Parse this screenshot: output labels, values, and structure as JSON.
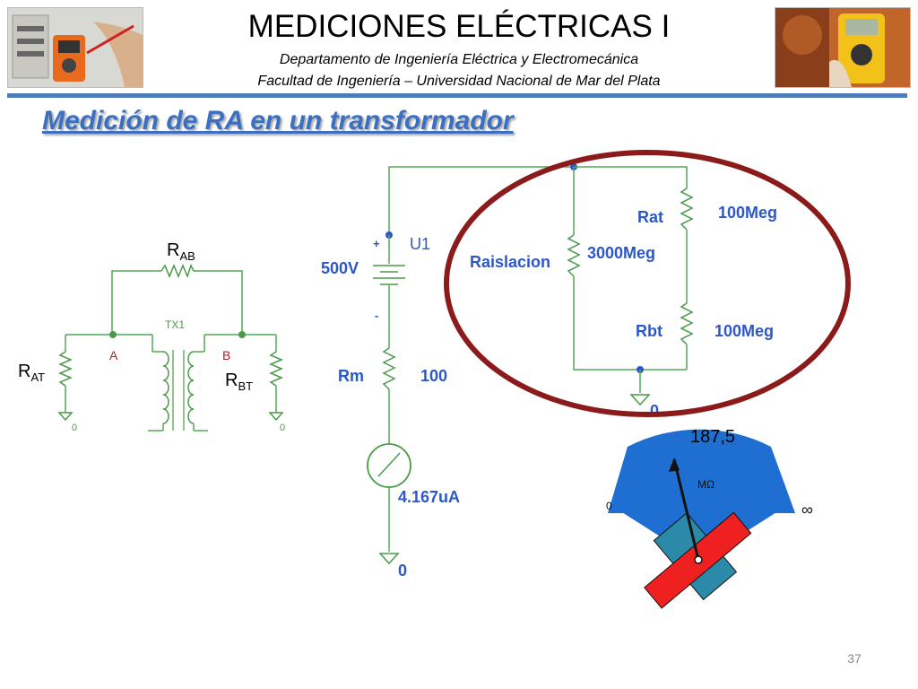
{
  "header": {
    "title": "MEDICIONES ELÉCTRICAS I",
    "subtitle_line1": "Departamento de Ingeniería Eléctrica y Electromecánica",
    "subtitle_line2": "Facultad de Ingeniería – Universidad Nacional de Mar del Plata"
  },
  "slide": {
    "title": "Medición de RA en un transformador",
    "number": "37"
  },
  "transformer_circuit": {
    "r_ab": "R",
    "r_ab_sub": "AB",
    "r_at": "R",
    "r_at_sub": "AT",
    "r_bt": "R",
    "r_bt_sub": "BT",
    "node_a": "A",
    "node_b": "B",
    "tx_label": "TX1",
    "ground_left": "0",
    "ground_right": "0"
  },
  "test_circuit": {
    "plus": "+",
    "minus": "-",
    "source_name": "U1",
    "source_value": "500V",
    "rm_name": "Rm",
    "rm_value": "100",
    "meter_reading": "4.167uA",
    "ground_label": "0",
    "r_isolation_name": "Raislacion",
    "r_isolation_value": "3000Meg",
    "rat_name": "Rat",
    "rat_value": "100Meg",
    "rbt_name": "Rbt",
    "rbt_value": "100Meg",
    "right_ground_label": "0"
  },
  "megohmmeter": {
    "reading": "187,5",
    "unit": "MΩ",
    "scale_min": "0",
    "scale_max": "∞"
  },
  "colors": {
    "wire": "#52a852",
    "component": "#4a9a4a",
    "label_blue": "#2b57c9",
    "highlight_ring": "#8b1a1a",
    "node_ab": "#b02020",
    "meter_face": "#1e6fd1",
    "pointer_red": "#ee2020",
    "pointer_teal": "#2a8aa8",
    "header_rule": "#4f7cb8",
    "title_blue": "#3a6fc2"
  }
}
